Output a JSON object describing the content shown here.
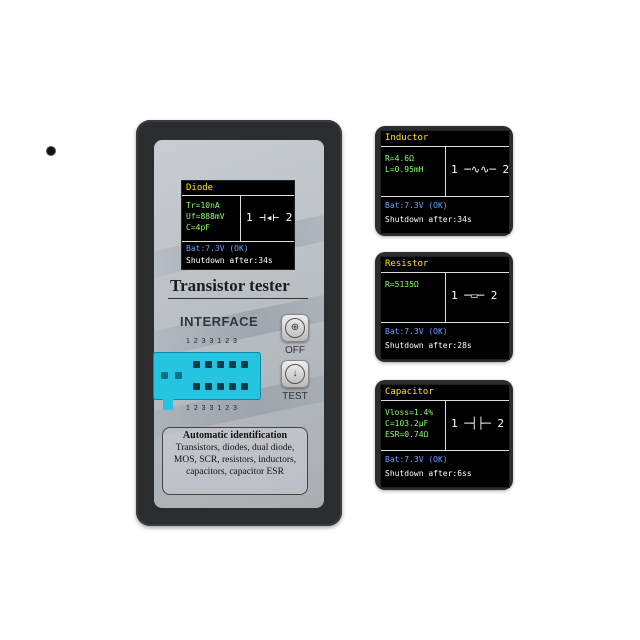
{
  "main_device": {
    "title": "Transistor tester",
    "interface_label": "INTERFACE",
    "pins_top": "1 2 3 3 1 2 3",
    "pins_bottom": "1 2 3 3 1 2 3",
    "off_label": "OFF",
    "test_label": "TEST",
    "screen": {
      "title": "Diode",
      "values": [
        "Tr=10nA",
        "Uf=888mV",
        "C=4pF"
      ],
      "symbol": "1 ⊣◂⊢ 2",
      "bat": "Bat:7.3V (OK)",
      "shutdown": "Shutdown after:34s"
    },
    "auto_box": {
      "heading": "Automatic identification",
      "lines": [
        "Transistors, diodes, dual diode,",
        "MOS, SCR, resistors, inductors,",
        "capacitors, capacitor ESR"
      ]
    }
  },
  "cards": [
    {
      "title": "Inductor",
      "values": [
        "R=4.6Ω",
        "L=0.95mH"
      ],
      "symbol": "1 ─∿∿─ 2",
      "bat": "Bat:7.3V (OK)",
      "shutdown": "Shutdown after:34s"
    },
    {
      "title": "Resistor",
      "values": [
        "R=5135Ω"
      ],
      "symbol": "1 ─▭─ 2",
      "bat": "Bat:7.3V (OK)",
      "shutdown": "Shutdown after:28s"
    },
    {
      "title": "Capacitor",
      "values": [
        "Vloss=1.4%",
        "C=103.2µF",
        "ESR=0.74Ω"
      ],
      "symbol": "1 ─┤├─ 2",
      "bat": "Bat:7.3V (OK)",
      "shutdown": "Shutdown after:6ss"
    }
  ],
  "colors": {
    "title_yellow": "#ffe800",
    "value_green": "#8dff6a",
    "bat_blue": "#6aa0ff",
    "zif_cyan": "#25c4e0"
  }
}
